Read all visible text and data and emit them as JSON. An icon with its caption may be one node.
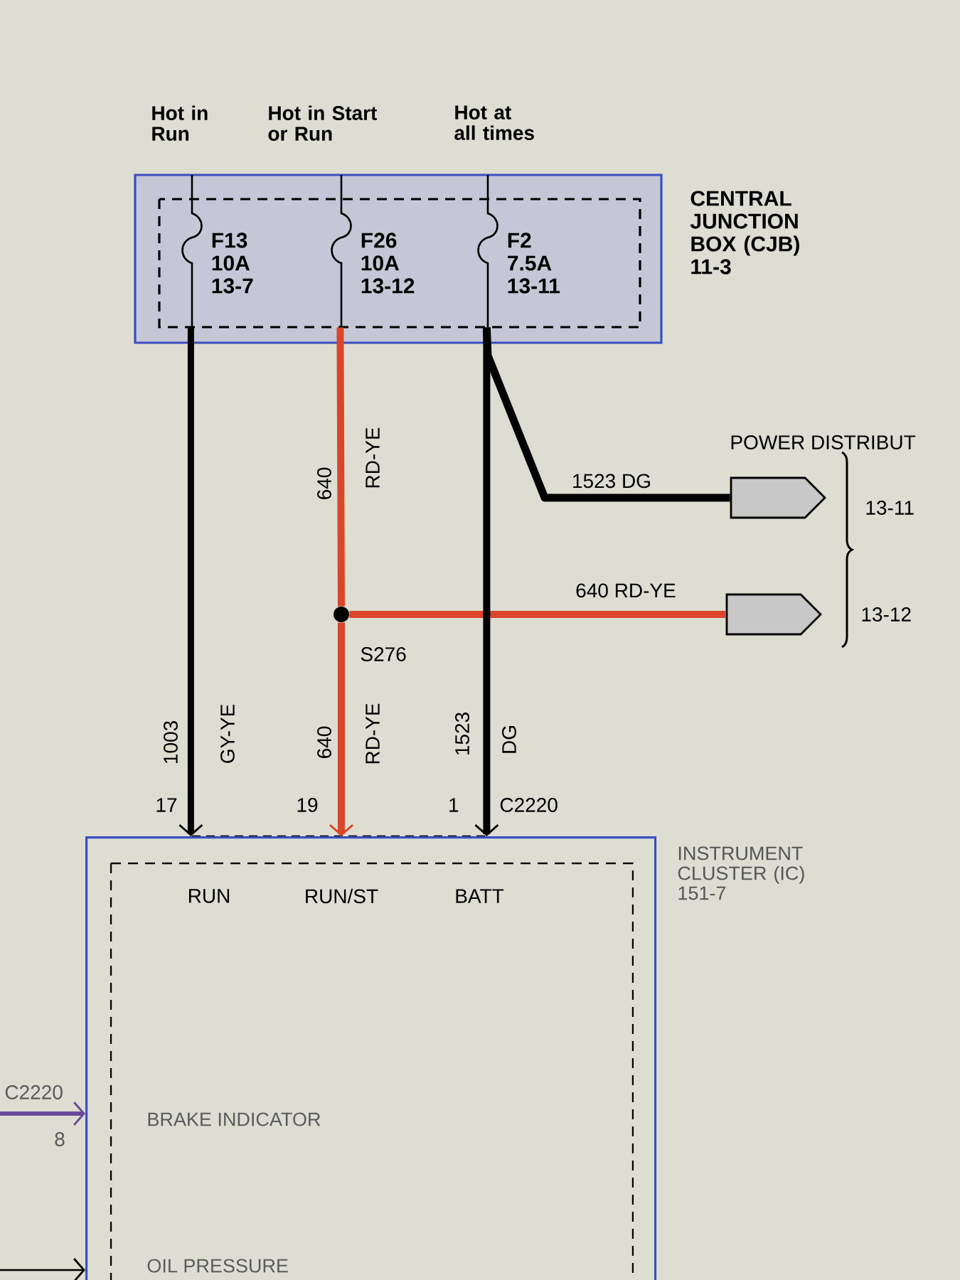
{
  "diagram": {
    "nodes": [
      {
        "text": [
          "CENTRAL JUNCTION BOX (CJB) 11-3"
        ]
      },
      {
        "text": [
          "F13 10A 13-7"
        ],
        "in": 0
      },
      {
        "text": [
          "F26 10A 13-12"
        ],
        "in": 0
      },
      {
        "text": [
          "F2 7.5A 13-11"
        ],
        "in": 0
      },
      {
        "text": [],
        "shape": "pentagon",
        "beside": [
          "13-11"
        ]
      },
      {
        "text": [],
        "shape": "pentagon",
        "beside": [
          "13-12"
        ]
      },
      {
        "text": [],
        "shape": "circle",
        "beside": [
          "S276"
        ]
      },
      {
        "text": [
          "INSTRUMENT CLUSTER (IC) 151-7"
        ]
      }
    ],
    "edges": [
      {
        "from": 1,
        "to": 7,
        "arrow": "to"
      },
      {
        "from": 2,
        "to": 6,
        "arrow": "none",
        "color": "#d9462a"
      },
      {
        "from": 6,
        "to": 7,
        "arrow": "to",
        "color": "#d9462a"
      },
      {
        "from": 6,
        "to": 5,
        "arrow": "none",
        "label": "640 RD-YE",
        "color": "#d9462a"
      },
      {
        "from": 3,
        "to": 4,
        "arrow": "none",
        "label": "1523 DG"
      },
      {
        "from": 3,
        "to": 7,
        "arrow": "to"
      },
      {
        "from": null,
        "to": 7,
        "arrow": "to",
        "color": "#6a4a9a"
      },
      {
        "from": null,
        "to": 7,
        "arrow": "to"
      }
    ],
    "labels": [
      "Hot in Run",
      "Hot in Start or Run",
      "Hot at all times",
      "POWER DISTRIBUT",
      "640",
      "RD-YE",
      "1003",
      "GY-YE",
      "640",
      "RD-YE",
      "1523",
      "DG",
      "17",
      "19",
      "1",
      "C2220",
      "RUN",
      "RUN/ST",
      "BATT",
      "C2220",
      "8",
      "BRAKE INDICATOR",
      "OIL PRESSURE"
    ]
  }
}
